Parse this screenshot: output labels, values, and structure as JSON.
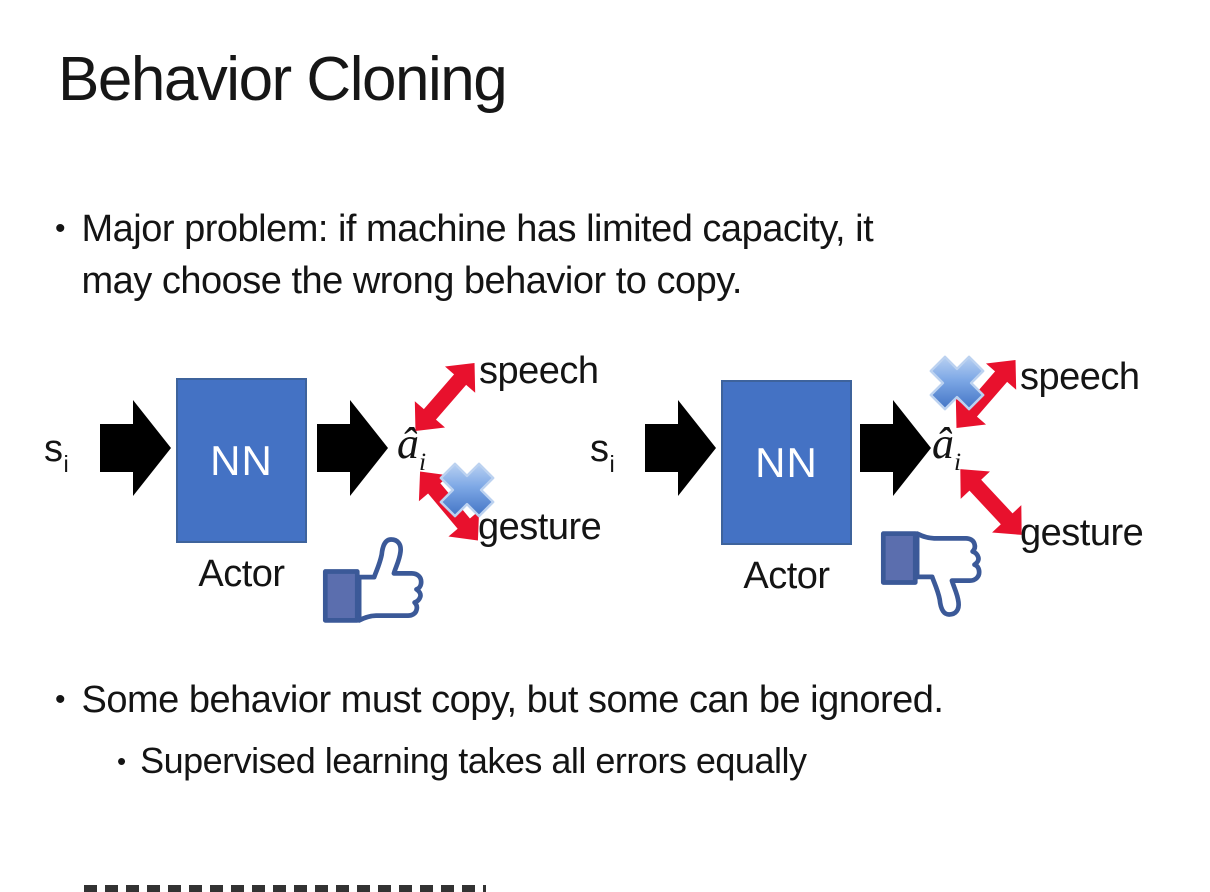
{
  "colors": {
    "background": "#FFFFFF",
    "text": "#141414",
    "nn_box_fill": "#4472C4",
    "nn_box_border": "#3E639C",
    "nn_text": "#FFFFFF",
    "arrow_black": "#000000",
    "arrow_red": "#E8112D",
    "cross_blue_light": "#D6E5F8",
    "cross_blue_mid": "#7FA9E6",
    "cross_blue_dark": "#2B5FB8",
    "cross_blue_edge": "#BCD2F0",
    "thumb_outline": "#3B5998",
    "thumb_fill": "#FFFFFF",
    "thumb_cuff": "#5B6EAE"
  },
  "title": "Behavior Cloning",
  "bullets": {
    "major_problem": {
      "marker": "•",
      "lines": [
        "Major problem: if machine has limited capacity, it",
        "may choose the wrong behavior to copy."
      ]
    },
    "some_behavior": {
      "marker": "•",
      "text": "Some behavior must copy, but some can be ignored."
    },
    "supervised": {
      "marker": "•",
      "text": "Supervised learning takes all errors equally"
    }
  },
  "diagrams": {
    "left": {
      "input": {
        "base": "s",
        "sub": "i"
      },
      "box": "NN",
      "role": "Actor",
      "output": {
        "base": "â",
        "sub": "i"
      },
      "speech_label": "speech",
      "gesture_label": "gesture",
      "crossed_out": "gesture",
      "feedback_icon": "thumbs-up-icon"
    },
    "right": {
      "input": {
        "base": "s",
        "sub": "i"
      },
      "box": "NN",
      "role": "Actor",
      "output": {
        "base": "â",
        "sub": "i"
      },
      "speech_label": "speech",
      "gesture_label": "gesture",
      "crossed_out": "speech",
      "feedback_icon": "thumbs-down-icon"
    }
  }
}
